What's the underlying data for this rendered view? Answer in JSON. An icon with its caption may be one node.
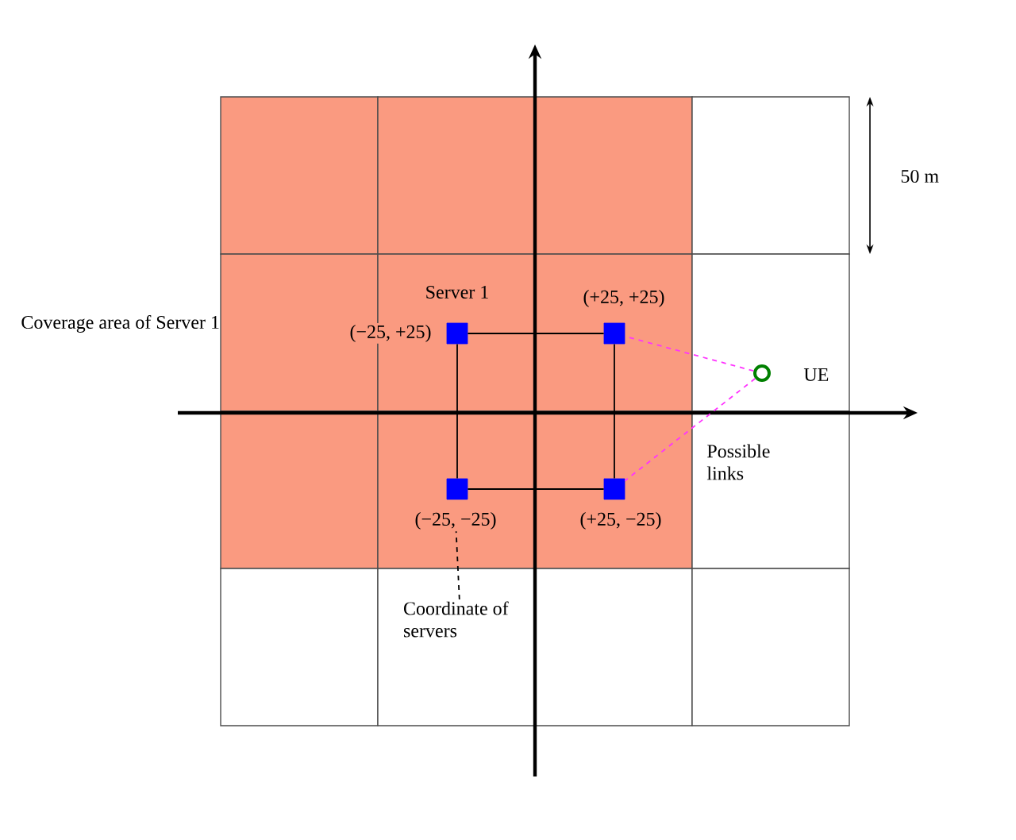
{
  "diagram": {
    "nodes": [
      {
        "text": [],
        "shape": "box",
        "beside": [
          "Server 1"
        ]
      },
      {
        "text": [],
        "shape": "box"
      },
      {
        "text": [],
        "shape": "box"
      },
      {
        "text": [],
        "shape": "box"
      },
      {
        "text": [],
        "shape": "circle",
        "beside": [
          "UE"
        ]
      },
      {
        "text": [
          "(−25, −25)"
        ]
      },
      {
        "text": [
          "Coordinate of servers"
        ]
      }
    ],
    "edges": [
      {
        "from": 0,
        "to": 1,
        "arrow": "none"
      },
      {
        "from": 1,
        "to": 3,
        "arrow": "none"
      },
      {
        "from": 3,
        "to": 2,
        "arrow": "none"
      },
      {
        "from": 2,
        "to": 0,
        "arrow": "none"
      },
      {
        "from": 4,
        "to": 1,
        "arrow": "none",
        "style": "dashed",
        "color": "#ff33ff"
      },
      {
        "from": 4,
        "to": 3,
        "arrow": "none",
        "style": "dashed",
        "color": "#ff33ff"
      },
      {
        "from": 6,
        "to": 5,
        "arrow": "none",
        "style": "dashed"
      }
    ],
    "labels": [
      "50 m",
      "Coverage area of Server 1",
      "(+25, +25)",
      "(−25, +25)",
      "Possible links",
      "(+25, −25)"
    ]
  }
}
